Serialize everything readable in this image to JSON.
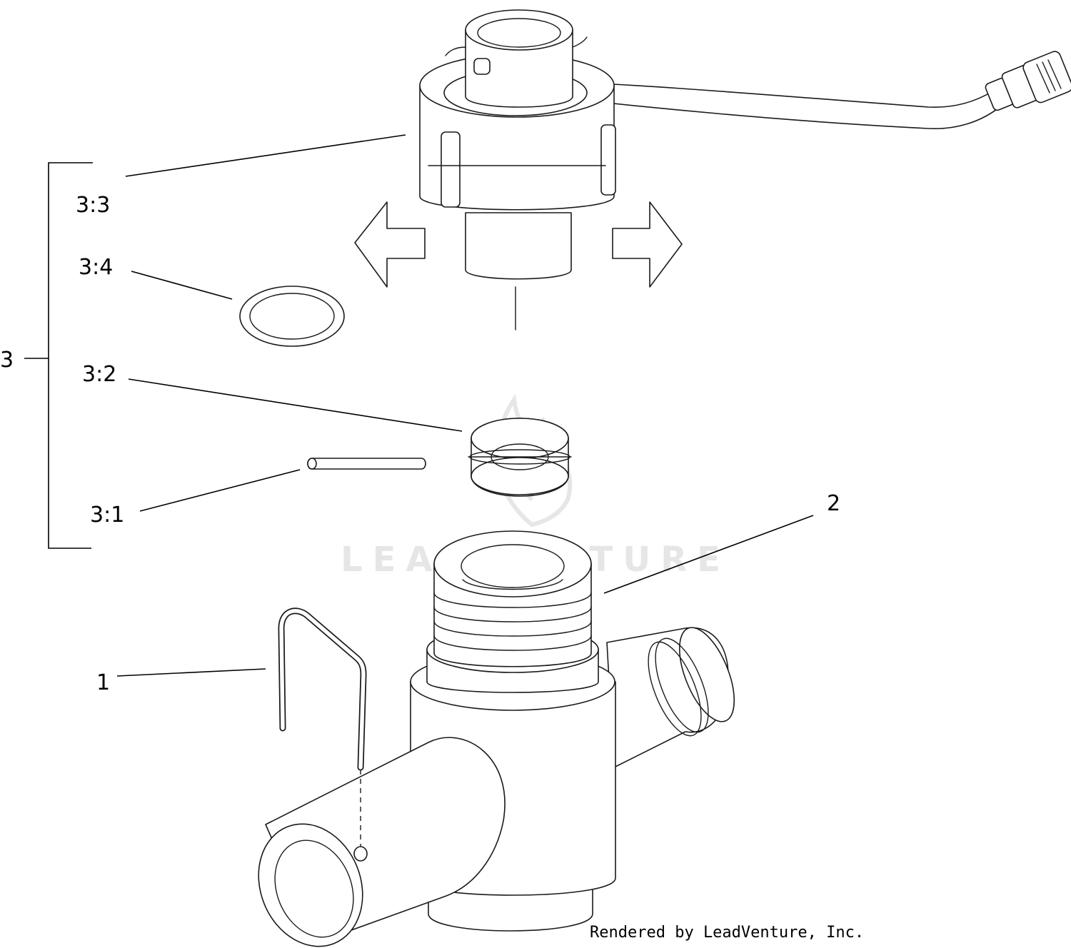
{
  "callouts": {
    "assembly": "3",
    "sensor": "3:3",
    "o_ring": "3:4",
    "valve_disc": "3:2",
    "pin": "3:1",
    "valve_body": "2",
    "retaining_clip": "1"
  },
  "watermark": {
    "brand": "LEADVENTURE"
  },
  "credit": "Rendered by LeadVenture, Inc."
}
